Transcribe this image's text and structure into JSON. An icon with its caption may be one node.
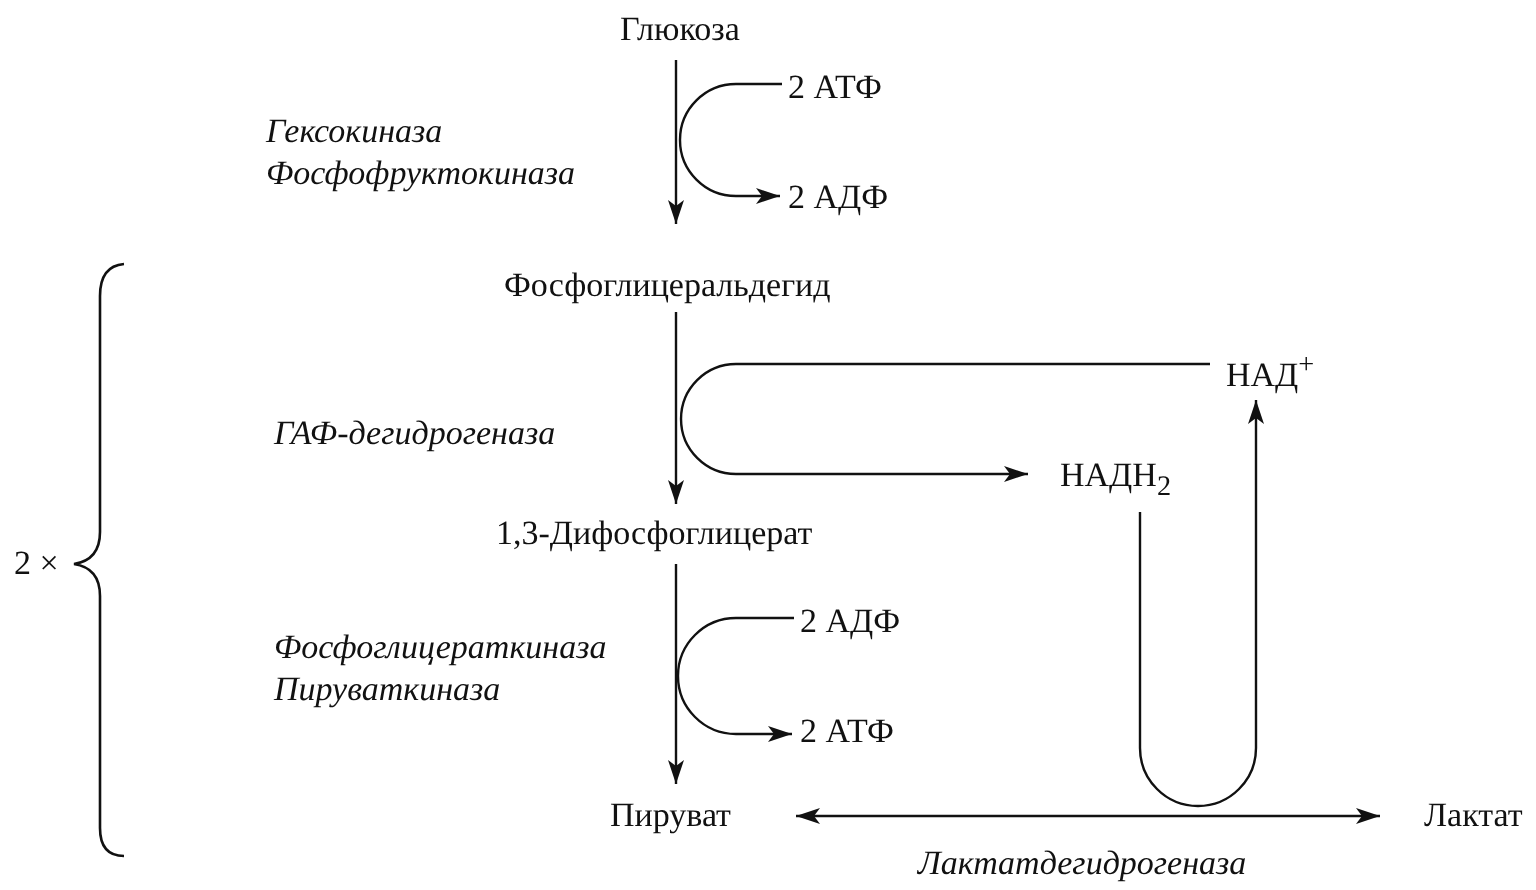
{
  "diagram": {
    "nodes": [
      {
        "text": [
          "Глюкоза"
        ]
      },
      {
        "text": [
          "2 АТФ"
        ]
      },
      {
        "text": [
          "2 АДФ"
        ]
      },
      {
        "text": [
          "Фосфоглицеральдегид"
        ]
      },
      {
        "text": [
          "НАД$^{+}$"
        ]
      },
      {
        "text": [
          "НАДН$_{2}$"
        ]
      },
      {
        "text": [
          "1,3-Дифосфоглицерат"
        ]
      },
      {
        "text": [
          "2 АДФ"
        ]
      },
      {
        "text": [
          "2 АТФ"
        ]
      },
      {
        "text": [
          "Пируват"
        ]
      },
      {
        "text": [
          "Лактат"
        ]
      }
    ],
    "edges": [
      {
        "from": 0,
        "to": 3,
        "arrow": "to",
        "label": "Гексокиназа Фосфофруктокиназа"
      },
      {
        "from": 1,
        "to": 2,
        "arrow": "to"
      },
      {
        "from": 3,
        "to": 6,
        "arrow": "to",
        "label": "ГАФ-дегидрогеназа"
      },
      {
        "from": 4,
        "to": 5,
        "arrow": "to"
      },
      {
        "from": 6,
        "to": 9,
        "arrow": "to",
        "label": "Фосфоглицераткиназа Пируваткиназа"
      },
      {
        "from": 7,
        "to": 8,
        "arrow": "to"
      },
      {
        "from": 9,
        "to": 10,
        "arrow": "both",
        "label": "Лактатдегидрогеназа"
      },
      {
        "from": 5,
        "to": 4,
        "arrow": "to"
      }
    ],
    "labels": [
      "2 ×"
    ]
  }
}
